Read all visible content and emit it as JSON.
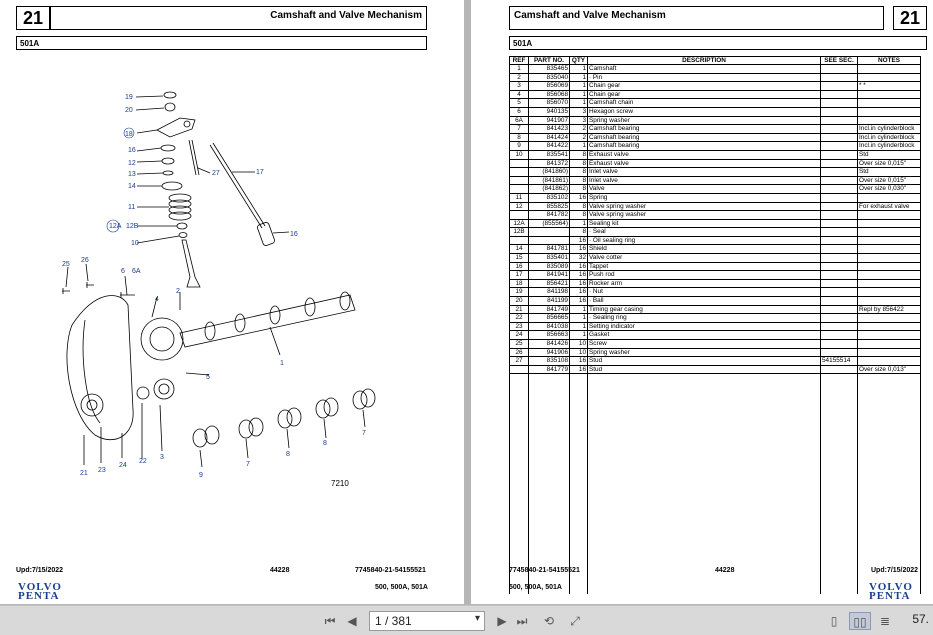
{
  "left_page": {
    "page_number": "21",
    "title": "Camshaft and Valve Mechanism",
    "model": "501A",
    "figure_id": "7210",
    "callouts": [
      "19",
      "20",
      "18",
      "16",
      "12",
      "13",
      "14",
      "11",
      "12B",
      "12A",
      "10",
      "27",
      "17",
      "16",
      "25",
      "26",
      "6",
      "6A",
      "4",
      "2",
      "1",
      "5",
      "3",
      "21",
      "23",
      "24",
      "22",
      "9",
      "7",
      "8",
      "8",
      "7"
    ],
    "footer_left": "Upd:7/15/2022",
    "footer_center": "44228",
    "footer_right": "7745840-21-54155521",
    "footer_models": "500, 500A, 501A"
  },
  "right_page": {
    "page_number": "21",
    "title": "Camshaft and Valve Mechanism",
    "model": "501A",
    "footer_left": "7745840-21-54155521",
    "footer_center": "44228",
    "footer_right": "Upd:7/15/2022",
    "footer_models": "500, 500A, 501A",
    "columns": [
      "REF",
      "PART NO.",
      "QTY",
      "DESCRIPTION",
      "SEE SEC.",
      "NOTES"
    ],
    "rows": [
      [
        "1",
        "835465",
        "1",
        "Camshaft",
        "",
        ""
      ],
      [
        "2",
        "835040",
        "1",
        "· Pin",
        "",
        ""
      ],
      [
        "3",
        "856069",
        "1",
        "Chain gear",
        "",
        "* *"
      ],
      [
        "4",
        "856068",
        "1",
        "Chain gear",
        "",
        ""
      ],
      [
        "5",
        "856070",
        "1",
        "Camshaft chain",
        "",
        ""
      ],
      [
        "6",
        "940135",
        "3",
        "Hexagon screw",
        "",
        ""
      ],
      [
        "6A",
        "941907",
        "3",
        "Spring washer",
        "",
        ""
      ],
      [
        "7",
        "841423",
        "2",
        "Camshaft bearing",
        "",
        "Incl.in cylinderblock"
      ],
      [
        "8",
        "841424",
        "2",
        "Camshaft bearing",
        "",
        "Incl.in cylinderblock"
      ],
      [
        "9",
        "841422",
        "1",
        "Camshaft bearing",
        "",
        "Incl.in cylinderblock"
      ],
      [
        "10",
        "835541",
        "8",
        "Exhaust valve",
        "",
        "Std"
      ],
      [
        "",
        "841372",
        "8",
        "Exhaust valve",
        "",
        "Over size 0,015\""
      ],
      [
        "",
        "(841860)",
        "8",
        "Inlet valve",
        "",
        "Std"
      ],
      [
        "",
        "(841861)",
        "8",
        "Inlet valve",
        "",
        "Over size 0,015\""
      ],
      [
        "",
        "(841862)",
        "8",
        "Valve",
        "",
        "Over size 0,030\""
      ],
      [
        "11",
        "835102",
        "16",
        "Spring",
        "",
        ""
      ],
      [
        "12",
        "855825",
        "8",
        "Valve spring washer",
        "",
        "For exhaust valve"
      ],
      [
        "",
        "841782",
        "8",
        "Valve spring washer",
        "",
        ""
      ],
      [
        "12A",
        "(855564)",
        "1",
        "Sealing kit",
        "",
        ""
      ],
      [
        "12B",
        "",
        "8",
        "· Seal",
        "",
        ""
      ],
      [
        "",
        "",
        "16",
        "· Oil sealing ring",
        "",
        ""
      ],
      [
        "14",
        "841781",
        "16",
        "Shield",
        "",
        ""
      ],
      [
        "15",
        "835401",
        "32",
        "Valve cotter",
        "",
        ""
      ],
      [
        "16",
        "835089",
        "16",
        "Tappet",
        "",
        ""
      ],
      [
        "17",
        "841941",
        "16",
        "Push rod",
        "",
        ""
      ],
      [
        "18",
        "856421",
        "16",
        "Rocker arm",
        "",
        ""
      ],
      [
        "19",
        "841198",
        "16",
        "· Nut",
        "",
        ""
      ],
      [
        "20",
        "841199",
        "16",
        "· Ball",
        "",
        ""
      ],
      [
        "21",
        "841749",
        "1",
        "Timing gear casing",
        "",
        "Repl by 856422"
      ],
      [
        "22",
        "856665",
        "1",
        "· Sealing ring",
        "",
        ""
      ],
      [
        "23",
        "841038",
        "1",
        "Setting indicator",
        "",
        ""
      ],
      [
        "24",
        "856663",
        "1",
        "Gasket",
        "",
        ""
      ],
      [
        "25",
        "841426",
        "10",
        "Screw",
        "",
        ""
      ],
      [
        "26",
        "941906",
        "10",
        "Spring washer",
        "",
        ""
      ],
      [
        "27",
        "835108",
        "16",
        "Stud",
        "54155514",
        ""
      ],
      [
        "",
        "841779",
        "16",
        "Stud",
        "",
        "Over size 0,013\""
      ]
    ]
  },
  "logo": {
    "line1": "VOLVO",
    "line2": "PENTA",
    "color": "#1b3f8f"
  },
  "toolbar": {
    "page_field": "1 / 381",
    "zoom": "57.",
    "icons": [
      "first-page-icon",
      "prev-page-icon",
      "dropdown-icon",
      "next-page-icon",
      "last-page-icon",
      "rotate-icon",
      "fit-page-icon",
      "single-page-icon",
      "two-page-icon",
      "scroll-icon"
    ]
  }
}
